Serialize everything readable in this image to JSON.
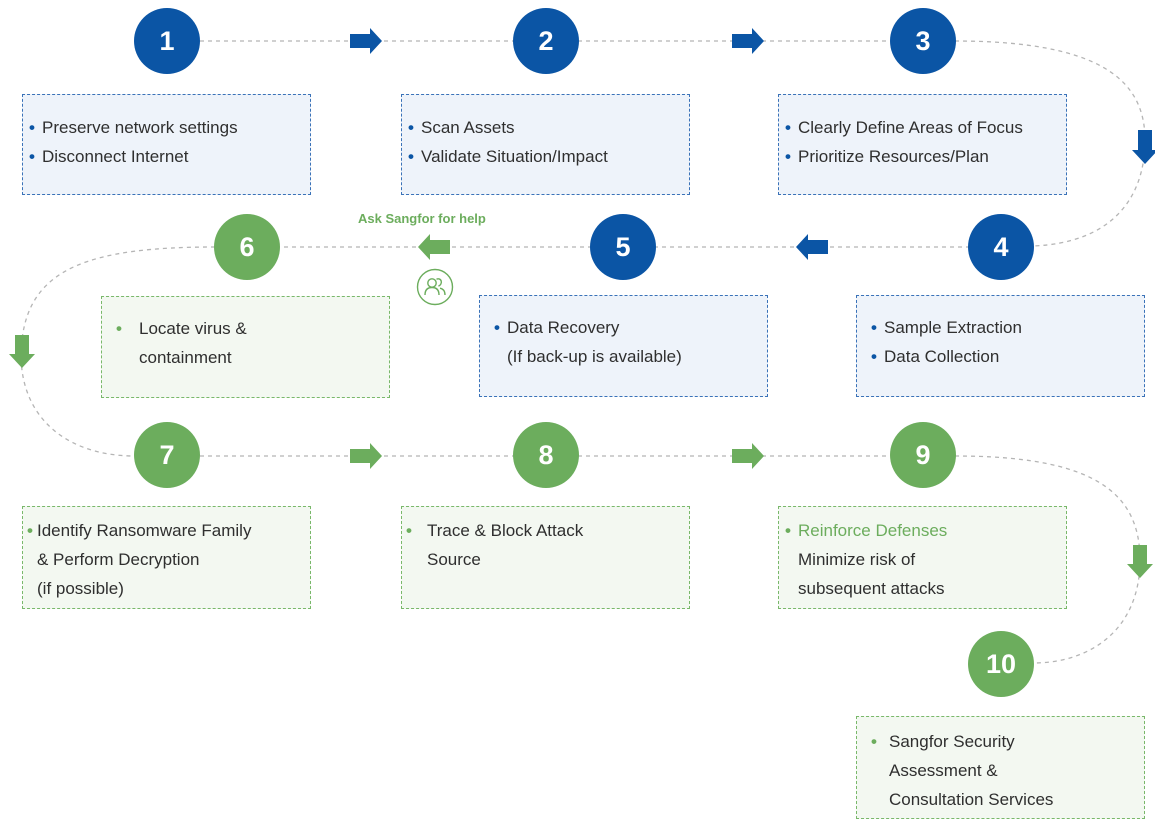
{
  "steps": [
    {
      "number": "1",
      "color": "blue",
      "lines": [
        {
          "bullet": true,
          "text": "Preserve network settings"
        },
        {
          "bullet": true,
          "text": "Disconnect Internet"
        }
      ]
    },
    {
      "number": "2",
      "color": "blue",
      "lines": [
        {
          "bullet": true,
          "text": "Scan Assets"
        },
        {
          "bullet": true,
          "text": "Validate Situation/Impact"
        }
      ]
    },
    {
      "number": "3",
      "color": "blue",
      "lines": [
        {
          "bullet": true,
          "text": "Clearly Define Areas of Focus"
        },
        {
          "bullet": true,
          "text": "Prioritize Resources/Plan"
        }
      ]
    },
    {
      "number": "4",
      "color": "blue",
      "lines": [
        {
          "bullet": true,
          "text": "Sample Extraction"
        },
        {
          "bullet": true,
          "text": "Data Collection"
        }
      ]
    },
    {
      "number": "5",
      "color": "blue",
      "lines": [
        {
          "bullet": true,
          "text": "Data Recovery"
        },
        {
          "bullet": false,
          "text": "(If back-up is available)"
        }
      ]
    },
    {
      "number": "6",
      "color": "green",
      "lines": [
        {
          "bullet": true,
          "text": "Locate virus &"
        },
        {
          "bullet": false,
          "text": "containment"
        }
      ]
    },
    {
      "number": "7",
      "color": "green",
      "lines": [
        {
          "bullet": true,
          "text": "Identify Ransomware Family"
        },
        {
          "bullet": false,
          "text": "& Perform Decryption"
        },
        {
          "bullet": false,
          "text": "(if possible)"
        }
      ]
    },
    {
      "number": "8",
      "color": "green",
      "lines": [
        {
          "bullet": true,
          "text": "Trace & Block Attack"
        },
        {
          "bullet": false,
          "text": "Source"
        }
      ]
    },
    {
      "number": "9",
      "color": "green",
      "lines": [
        {
          "bullet": true,
          "text": "Reinforce Defenses",
          "highlight": true
        },
        {
          "bullet": false,
          "text": "Minimize risk of"
        },
        {
          "bullet": false,
          "text": "subsequent attacks"
        }
      ]
    },
    {
      "number": "10",
      "color": "green",
      "lines": [
        {
          "bullet": true,
          "text": "Sangfor Security"
        },
        {
          "bullet": false,
          "text": "Assessment &"
        },
        {
          "bullet": false,
          "text": "Consultation Services"
        }
      ]
    }
  ],
  "help": {
    "label": "Ask Sangfor for help",
    "icon": "people-icon"
  },
  "colors": {
    "blue": "#0b55a5",
    "green": "#6cad5d",
    "blue_fill": "#eef3fa",
    "green_fill": "#f3f8f1",
    "connector": "#b5b5b5"
  }
}
